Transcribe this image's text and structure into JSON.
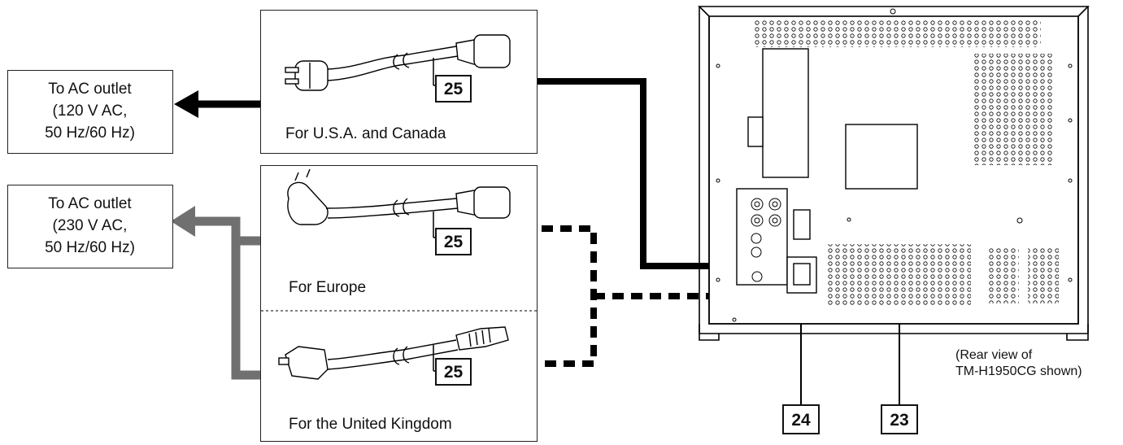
{
  "outlets": {
    "us": {
      "lines": [
        "To AC outlet",
        "(120 V AC,",
        "50 Hz/60 Hz)"
      ]
    },
    "eu": {
      "lines": [
        "To AC outlet",
        "(230 V AC,",
        "50 Hz/60 Hz)"
      ]
    }
  },
  "cords": {
    "us": {
      "caption": "For U.S.A. and Canada",
      "ref": "25"
    },
    "eu": {
      "caption": "For Europe",
      "ref": "25"
    },
    "uk": {
      "caption": "For the United Kingdom",
      "ref": "25"
    }
  },
  "monitor": {
    "callouts": {
      "ac_in": "24",
      "power_switch": "23"
    },
    "caption": [
      "(Rear view of",
      "TM-H1950CG shown)"
    ]
  },
  "colors": {
    "solid_line": "#000000",
    "gray_line": "#707070"
  }
}
